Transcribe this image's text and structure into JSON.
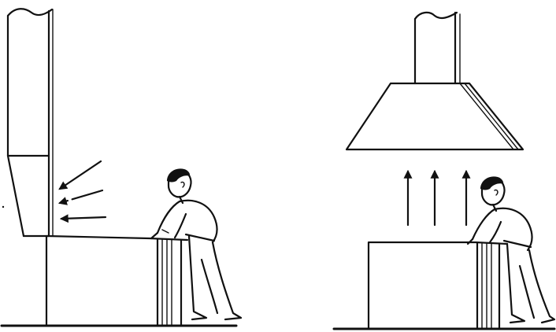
{
  "figure": {
    "panels": [
      {
        "id": "side-exhaust",
        "hood": "side-wall-hood",
        "flow_direction": "horizontal-into-hood",
        "arrow_count": 3
      },
      {
        "id": "canopy-exhaust",
        "hood": "overhead-canopy-hood",
        "flow_direction": "vertical-upward",
        "arrow_count": 3
      }
    ],
    "colors": {
      "ink": "#111111",
      "paper": "#ffffff"
    }
  }
}
